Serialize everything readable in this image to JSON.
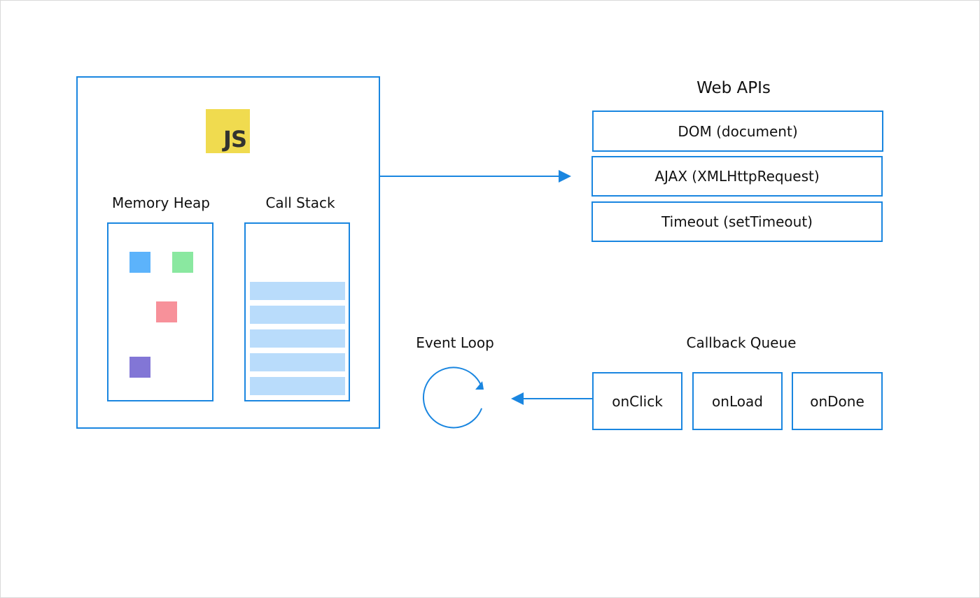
{
  "engine": {
    "logo_text": "JS",
    "memory_heap": {
      "label": "Memory Heap",
      "objects": [
        "#5cb3fb",
        "#8ae8a0",
        "#f7919a",
        "#8276d6"
      ]
    },
    "call_stack": {
      "label": "Call Stack",
      "frame_count": 5,
      "frame_color": "#b9dcfb"
    }
  },
  "web_apis": {
    "title": "Web APIs",
    "items": [
      "DOM (document)",
      "AJAX (XMLHttpRequest)",
      "Timeout (setTimeout)"
    ]
  },
  "event_loop": {
    "label": "Event Loop"
  },
  "callback_queue": {
    "label": "Callback Queue",
    "items": [
      "onClick",
      "onLoad",
      "onDone"
    ]
  },
  "colors": {
    "accent": "#1a86e0",
    "js_yellow": "#f0db4f",
    "js_text": "#323330"
  }
}
